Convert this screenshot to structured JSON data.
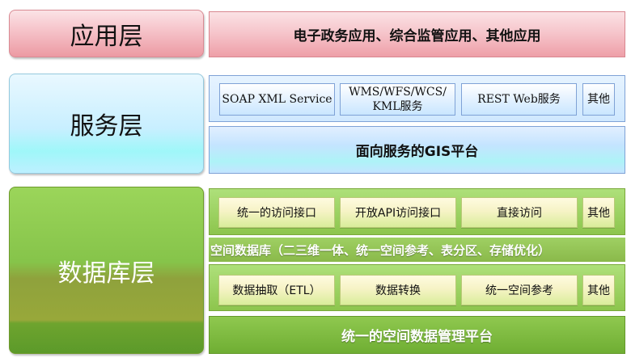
{
  "app_layer": {
    "title": "应用层",
    "content": "电子政务应用、综合监管应用、其他应用"
  },
  "service_layer": {
    "title": "服务层",
    "services": [
      "SOAP XML Service",
      "WMS/WFS/WCS/\nKML服务",
      "REST Web服务",
      "其他"
    ],
    "platform": "面向服务的GIS平台"
  },
  "database_layer": {
    "title": "数据库层",
    "access": [
      "统一的访问接口",
      "开放API访问接口",
      "直接访问",
      "其他"
    ],
    "spatial_db": "空间数据库（二三维一体、统一空间参考、表分区、存储优化）",
    "processing": [
      "数据抽取（ETL）",
      "数据转换",
      "统一空间参考",
      "其他"
    ],
    "platform": "统一的空间数据管理平台"
  }
}
